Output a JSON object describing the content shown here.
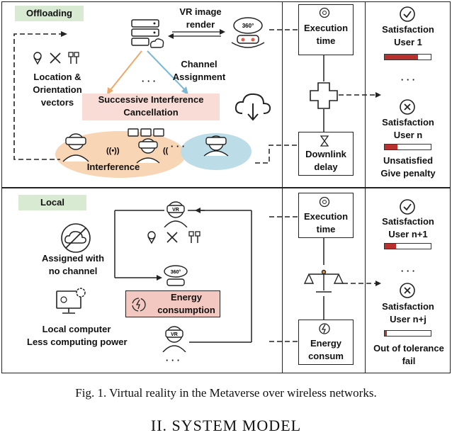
{
  "offloading": {
    "label": "Offloading",
    "vr_render": [
      "VR image",
      "render"
    ],
    "channel_assignment": [
      "Channel",
      "Assignment"
    ],
    "location_vectors": [
      "Location &",
      "Orientation",
      "vectors"
    ],
    "sic": [
      "Successive Interference",
      "Cancellation"
    ],
    "interference": "Interference",
    "ellipsis_top": "· · ·",
    "ellipsis_users": "· · ·"
  },
  "local": {
    "label": "Local",
    "assigned_no_channel": [
      "Assigned with",
      "no channel"
    ],
    "energy_consumption": [
      "Energy",
      "consumption"
    ],
    "local_computer": [
      "Local computer",
      "Less computing power"
    ],
    "ellipsis_bottom": "· · ·"
  },
  "middle": {
    "execution_time_top": [
      "Execution",
      "time"
    ],
    "downlink_delay": [
      "Downlink",
      "delay"
    ],
    "execution_time_bottom": [
      "Execution",
      "time"
    ],
    "energy_consum": [
      "Energy",
      "consum"
    ]
  },
  "right": {
    "sat_user1": [
      "Satisfaction",
      "User 1"
    ],
    "sat_usern": [
      "Satisfaction",
      "User n"
    ],
    "unsatisfied": [
      "Unsatisfied",
      "Give penalty"
    ],
    "sat_usern1": [
      "Satisfaction",
      "User n+1"
    ],
    "sat_usernj": [
      "Satisfaction",
      "User n+j"
    ],
    "out_tolerance": [
      "Out of tolerance",
      "fail"
    ],
    "ellipsis_a": "· · ·",
    "ellipsis_b": "· · ·",
    "bars": {
      "user1": 0.72,
      "usern": 0.28,
      "usern1": 0.25,
      "usernj": 0.05
    }
  },
  "caption": "Fig. 1.   Virtual reality in the Metaverse over wireless networks.",
  "section_heading": "II.  SYSTEM MODEL",
  "colors": {
    "green": "#d9ead3",
    "pink": "#f9dcd6",
    "red": "#b8312f",
    "orange_ellipse": "#f8d5b5",
    "blue_ellipse": "#bcdde8"
  }
}
